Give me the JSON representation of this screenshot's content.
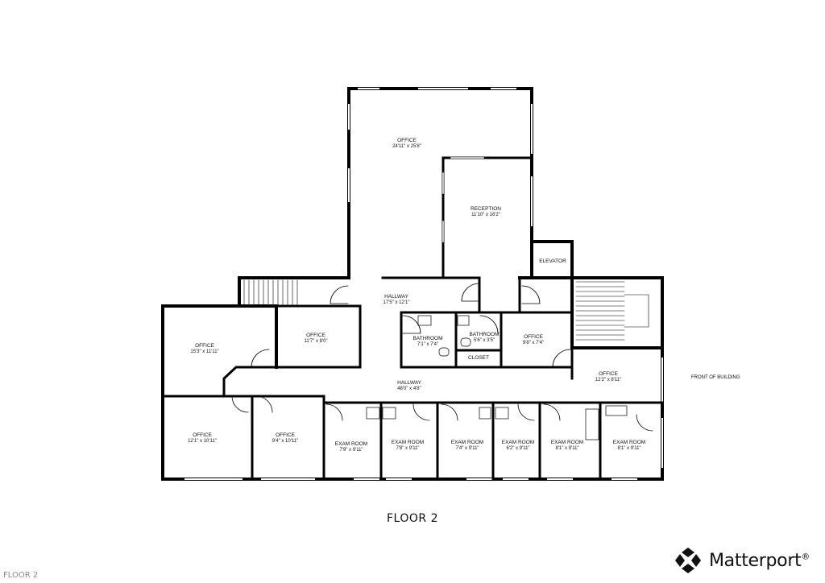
{
  "plan": {
    "floor_title": "FLOOR 2",
    "footer_label": "FLOOR 2",
    "front_label": "FRONT OF BUILDING",
    "brand_name": "Matterport",
    "brand_mark": "®",
    "rooms": [
      {
        "id": "office-top",
        "name": "OFFICE",
        "dim": "24'11\" x 25'8\""
      },
      {
        "id": "reception",
        "name": "RECEPTION",
        "dim": "11'10\" x 16'2\""
      },
      {
        "id": "elevator",
        "name": "ELEVATOR",
        "dim": ""
      },
      {
        "id": "hallway-upper",
        "name": "HALLWAY",
        "dim": "17'5\" x 12'1\""
      },
      {
        "id": "office-left",
        "name": "OFFICE",
        "dim": "15'3\" x 11'11\""
      },
      {
        "id": "office-mid",
        "name": "OFFICE",
        "dim": "11'7\" x 8'0\""
      },
      {
        "id": "bathroom-1",
        "name": "BATHROOM",
        "dim": "7'1\" x 7'4\""
      },
      {
        "id": "bathroom-2",
        "name": "BATHROOM",
        "dim": "5'6\" x 3'5\""
      },
      {
        "id": "closet",
        "name": "CLOSET",
        "dim": ""
      },
      {
        "id": "office-right-small",
        "name": "OFFICE",
        "dim": "9'8\" x 7'4\""
      },
      {
        "id": "hallway-main",
        "name": "HALLWAY",
        "dim": "48'0\" x 4'8\""
      },
      {
        "id": "office-front",
        "name": "OFFICE",
        "dim": "12'2\" x 8'11\""
      },
      {
        "id": "office-bl",
        "name": "OFFICE",
        "dim": "12'1\" x 10'11\""
      },
      {
        "id": "office-bl2",
        "name": "OFFICE",
        "dim": "9'4\" x 10'11\""
      },
      {
        "id": "exam-1",
        "name": "EXAM ROOM",
        "dim": "7'9\" x 9'11\""
      },
      {
        "id": "exam-2",
        "name": "EXAM ROOM",
        "dim": "7'8\" x 9'11\""
      },
      {
        "id": "exam-3",
        "name": "EXAM ROOM",
        "dim": "7'4\" x 9'11\""
      },
      {
        "id": "exam-4",
        "name": "EXAM ROOM",
        "dim": "6'2\" x 9'11\""
      },
      {
        "id": "exam-5",
        "name": "EXAM ROOM",
        "dim": "8'1\" x 9'11\""
      },
      {
        "id": "exam-6",
        "name": "EXAM ROOM",
        "dim": "8'1\" x 9'11\""
      }
    ]
  }
}
